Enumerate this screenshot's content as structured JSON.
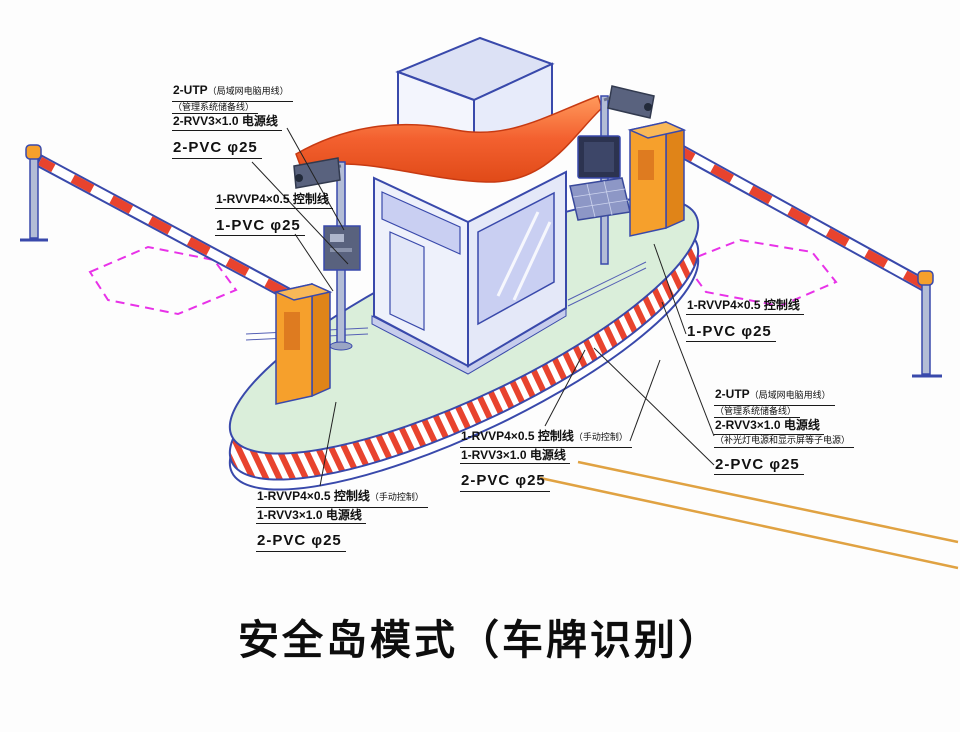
{
  "title": "安全岛模式（车牌识别）",
  "colors": {
    "outline_blue": "#3949ab",
    "island_green": "#daeeda",
    "stripe_red": "#e8432e",
    "cabinet_orange": "#f6a02c",
    "canopy_orange": "#f3602f",
    "loop_magenta": "#e832e8",
    "lane_yellow": "#e0a242"
  },
  "callouts": {
    "top_left": {
      "line1": "2-UTP",
      "line1_note": "（局域网电脑用线）",
      "line2": "（管理系统储备线）",
      "line3": "2-RVV3×1.0 电源线",
      "line4": "2-PVC φ25"
    },
    "left_mid": {
      "line1": "1-RVVP4×0.5 控制线",
      "line2": "1-PVC φ25"
    },
    "right_mid": {
      "line1": "1-RVVP4×0.5 控制线",
      "line2": "1-PVC φ25"
    },
    "right_lower": {
      "line1": "2-UTP",
      "line1_note": "（局域网电脑用线）",
      "line2": "（管理系统储备线）",
      "line3": "2-RVV3×1.0 电源线",
      "line3_note": "（补光灯电源和显示屏等子电源）",
      "line4": "2-PVC φ25"
    },
    "center_bottom": {
      "line1": "1-RVVP4×0.5 控制线",
      "line1_note": "（手动控制）",
      "line2": "1-RVV3×1.0 电源线",
      "line3": "2-PVC φ25"
    },
    "left_bottom": {
      "line1": "1-RVVP4×0.5 控制线",
      "line1_note": "（手动控制）",
      "line2": "1-RVV3×1.0 电源线",
      "line3": "2-PVC φ25"
    }
  }
}
